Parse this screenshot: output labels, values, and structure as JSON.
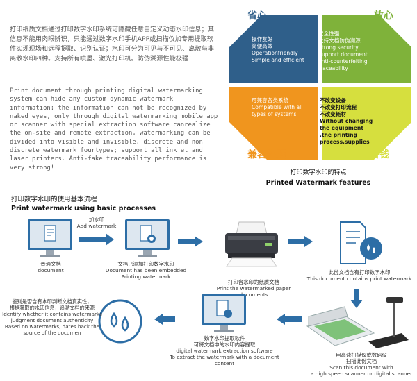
{
  "intro": {
    "zh": "打印纸质文档通过打印数字水印系统可隐藏任意自定义动态水印信息；其信息不能用肉眼辨识，只能通过数字水印手机APP或扫描仪加专用提取软件实现现场和远程提取、识别认证；水印可分为可见与不可见、离散与非离散水印四种。支持所有喷墨、激光打印机。防伪溯源性能极强！",
    "en": "Print document through printing digital watermarking system can hide any custom dynamic watermark information; the information can not be recognized by naked eyes, only through digital watermarking mobile app or scanner with special extraction software canrealize the on-site and remote extraction, watermarking can be divided into visible and invisible, discrete and non discrete watermark fourtypes; support all inkjet and laser printers. Anti-fake traceability performance is very strong!"
  },
  "features": {
    "tl": {
      "title": "省心",
      "lines": [
        "操作友好",
        "简便高效",
        "Operationfriendly",
        "Simple and efficient"
      ],
      "color": "#2f5f8a"
    },
    "tr": {
      "title": "放心",
      "lines": [
        "安全性强",
        "支持文档防伪溯源",
        "Strong security",
        "Support document",
        "anti-counterfeiting",
        "traceability"
      ],
      "color": "#7fb23a"
    },
    "bl": {
      "title": "兼容性强",
      "lines": [
        "可兼容各类系统",
        "Compatible with all",
        "types of systems"
      ],
      "color": "#f0951e"
    },
    "br": {
      "title": "省钱",
      "lines": [
        "不改变设备",
        "不改变打印流程",
        "不改变耗材",
        "Without changing",
        "the equipment",
        ",the printing",
        "process,supplies"
      ],
      "color": "#d6df3e"
    },
    "caption_zh": "打印数字水印的特点",
    "caption_en": "Printed Watermark features"
  },
  "process": {
    "title_zh": "打印数字水印的使用基本流程",
    "title_en": "Print watermark using basic processes",
    "add_watermark_zh": "加水印",
    "add_watermark_en": "Add watermark",
    "s1": [
      "普通文档",
      "document"
    ],
    "s2": [
      "文档已添加打印数字水印",
      "Document has been embedded",
      "Printing watermark"
    ],
    "s3": [
      "打印含水印的纸质文档",
      "Print the watermarked paper documents"
    ],
    "s4": [
      "此份文档含有打印数字水印",
      "This document contains print watermark"
    ],
    "s5": [
      "用高速扫描仪或数码仪",
      "扫描此份文档",
      "Scan this document with",
      "a high speed scanner or digital scanner"
    ],
    "s6": [
      "数字水印提取软件",
      "可将文档中的水印内容提取",
      "digital watermark extraction software",
      "To extract the watermark with a document content"
    ],
    "s7": [
      "鉴别是否含有水印判断文档真实性，",
      "根据获取的水印信息，追溯文档的来源",
      "Identify whether it contains watermarks",
      "judgment document authenticity",
      "Based on watermarks, dates back the",
      "source of the documen"
    ]
  }
}
